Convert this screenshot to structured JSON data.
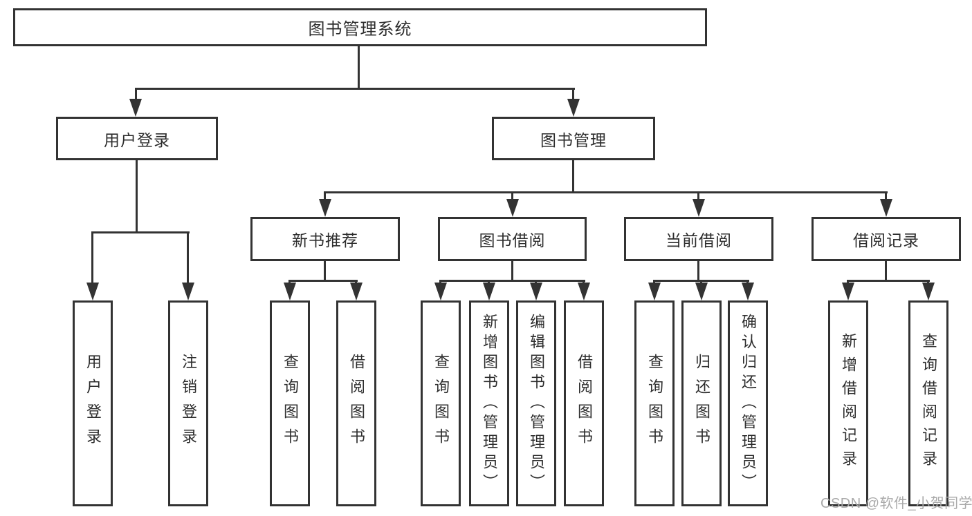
{
  "diagram_title": "图书管理系统",
  "tree": {
    "root": {
      "label": "图书管理系统"
    },
    "branches": [
      {
        "label": "用户登录",
        "leaves": [
          {
            "label": "用户登录"
          },
          {
            "label": "注销登录"
          }
        ]
      },
      {
        "label": "图书管理",
        "groups": [
          {
            "label": "新书推荐",
            "leaves": [
              {
                "label": "查询图书"
              },
              {
                "label": "借阅图书"
              }
            ]
          },
          {
            "label": "图书借阅",
            "leaves": [
              {
                "label": "查询图书"
              },
              {
                "label": "新增图书（管理员）"
              },
              {
                "label": "编辑图书（管理员）"
              },
              {
                "label": "借阅图书"
              }
            ]
          },
          {
            "label": "当前借阅",
            "leaves": [
              {
                "label": "查询图书"
              },
              {
                "label": "归还图书"
              },
              {
                "label": "确认归还（管理员）"
              }
            ]
          },
          {
            "label": "借阅记录",
            "leaves": [
              {
                "label": "新增借阅记录"
              },
              {
                "label": "查询借阅记录"
              }
            ]
          }
        ]
      }
    ]
  },
  "watermark": {
    "text": "CSDN @软件_小贺同学"
  },
  "colors": {
    "box_border": "#333333",
    "connector_line": "#333333",
    "text": "#2d2d2d",
    "watermark": "#a9a9a9",
    "background": "#ffffff"
  }
}
